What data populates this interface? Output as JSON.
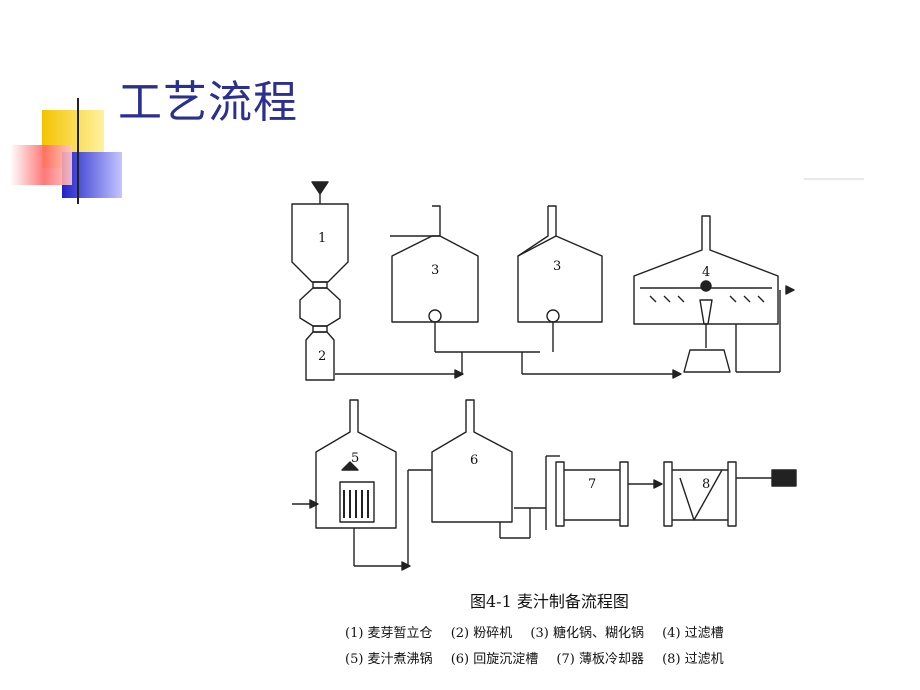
{
  "slide": {
    "title": "工艺流程"
  },
  "figure": {
    "caption": "图4-1 麦汁制备流程图",
    "unit_labels": [
      "1",
      "2",
      "3",
      "3",
      "4",
      "5",
      "6",
      "7",
      "8"
    ],
    "legend_row1": [
      "(1) 麦芽暂立仓",
      "(2) 粉碎机",
      "(3) 糖化锅、糊化锅",
      "(4) 过滤槽"
    ],
    "legend_row2": [
      "(5) 麦汁煮沸锅",
      "(6) 回旋沉淀槽",
      "(7) 薄板冷却器",
      "(8) 过滤机"
    ]
  },
  "colors": {
    "title": "#2b2f8f",
    "deco_yellow": "#f7d31a",
    "deco_blue": "#2d2fd0",
    "deco_red": "#ef3d3d",
    "line": "#222222"
  }
}
